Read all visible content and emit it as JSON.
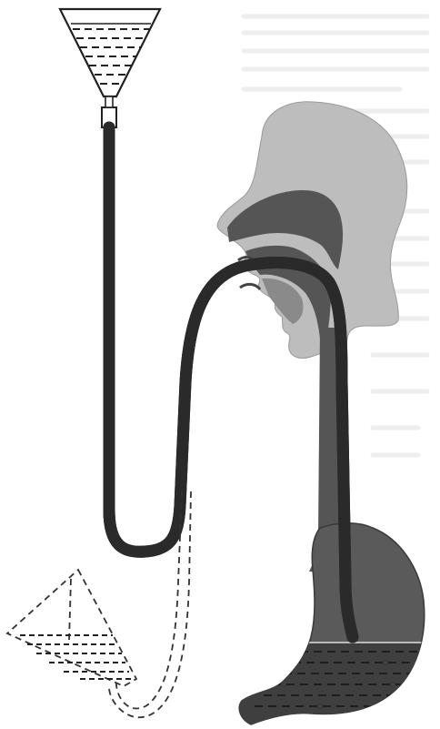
{
  "figure": {
    "colors": {
      "background": "#ffffff",
      "head_fill": "#bdbdbd",
      "cavity_fill": "#555555",
      "tube_outline": "#2a2a2a",
      "tube_fill": "#ffffff",
      "liquid_line": "#333333",
      "stomach_fill": "#5a5a5a",
      "stomach_liquid": "#3f3f3f"
    },
    "parts": {
      "funnel_raised": "funnel-raised",
      "funnel_lowered": "funnel-lowered-dashed",
      "tube": "gastric-tube",
      "head": "head-silhouette",
      "esophagus": "esophagus",
      "stomach": "stomach"
    }
  }
}
